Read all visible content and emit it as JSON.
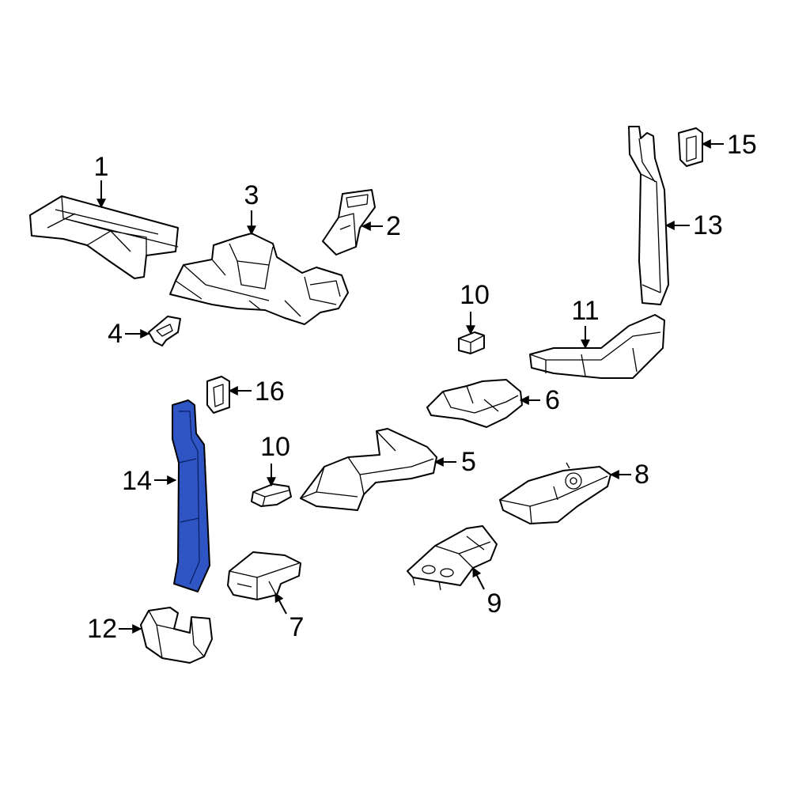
{
  "diagram": {
    "highlight_color": "#2f55c4",
    "highlighted_part": "14",
    "callouts": [
      {
        "id": "c1",
        "label": "1"
      },
      {
        "id": "c2",
        "label": "2"
      },
      {
        "id": "c3",
        "label": "3"
      },
      {
        "id": "c4",
        "label": "4"
      },
      {
        "id": "c5",
        "label": "5"
      },
      {
        "id": "c6",
        "label": "6"
      },
      {
        "id": "c7",
        "label": "7"
      },
      {
        "id": "c8",
        "label": "8"
      },
      {
        "id": "c9",
        "label": "9"
      },
      {
        "id": "c10a",
        "label": "10"
      },
      {
        "id": "c10b",
        "label": "10"
      },
      {
        "id": "c11",
        "label": "11"
      },
      {
        "id": "c12",
        "label": "12"
      },
      {
        "id": "c13",
        "label": "13"
      },
      {
        "id": "c14",
        "label": "14"
      },
      {
        "id": "c15",
        "label": "15"
      },
      {
        "id": "c16",
        "label": "16"
      }
    ]
  }
}
